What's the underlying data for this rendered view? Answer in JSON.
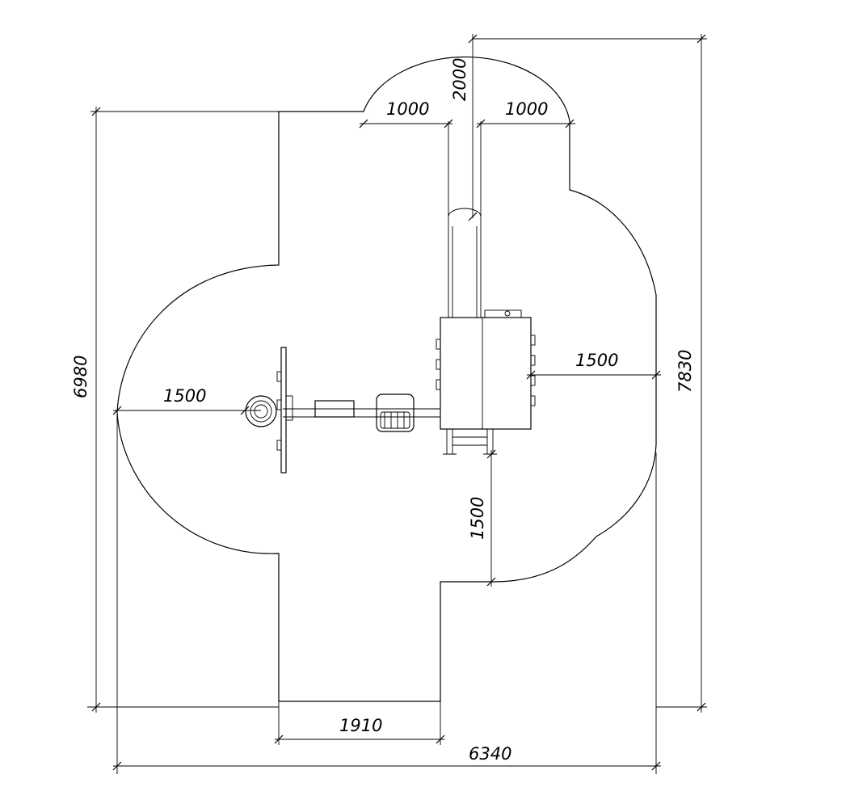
{
  "dimensions": {
    "overall_width": "6340",
    "overall_height": "7830",
    "base_height": "6980",
    "cutout_width": "1910",
    "left_radius": "1500",
    "right_offset": "1500",
    "bottom_offset": "1500",
    "top_height": "2000",
    "top_left_radius": "1000",
    "top_right_radius": "1000"
  },
  "colors": {
    "line": "#000000",
    "background": "#ffffff"
  }
}
